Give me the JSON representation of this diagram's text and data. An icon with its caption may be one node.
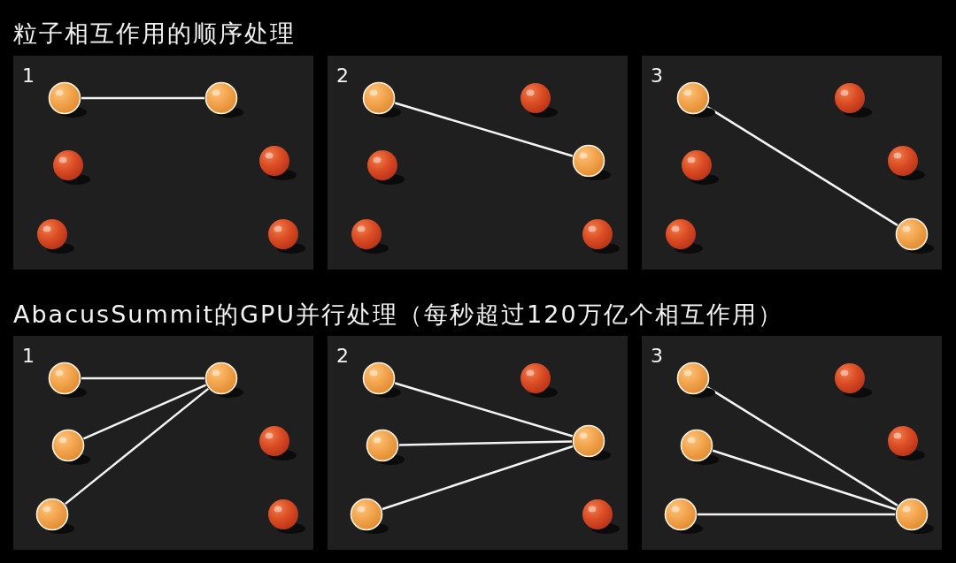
{
  "diagram": {
    "nodes": [
      {
        "text": [
          "1"
        ]
      },
      {
        "text": [],
        "shape": "circle",
        "in": 0
      },
      {
        "text": [],
        "shape": "circle",
        "in": 0
      },
      {
        "text": [],
        "shape": "circle",
        "in": 0
      },
      {
        "text": [],
        "shape": "circle",
        "in": 0
      },
      {
        "text": [],
        "shape": "circle",
        "in": 0
      },
      {
        "text": [],
        "shape": "circle",
        "in": 0
      },
      {
        "text": [
          "2"
        ]
      },
      {
        "text": [],
        "shape": "circle",
        "in": 7
      },
      {
        "text": [],
        "shape": "circle",
        "in": 7
      },
      {
        "text": [],
        "shape": "circle",
        "in": 7
      },
      {
        "text": [],
        "shape": "circle",
        "in": 7
      },
      {
        "text": [],
        "shape": "circle",
        "in": 7
      },
      {
        "text": [],
        "shape": "circle",
        "in": 7
      },
      {
        "text": [
          "3"
        ]
      },
      {
        "text": [],
        "shape": "circle",
        "in": 14
      },
      {
        "text": [],
        "shape": "circle",
        "in": 14
      },
      {
        "text": [],
        "shape": "circle",
        "in": 14
      },
      {
        "text": [],
        "shape": "circle",
        "in": 14
      },
      {
        "text": [],
        "shape": "circle",
        "in": 14
      },
      {
        "text": [],
        "shape": "circle",
        "in": 14
      },
      {
        "text": [
          "1"
        ]
      },
      {
        "text": [],
        "shape": "circle",
        "in": 21
      },
      {
        "text": [],
        "shape": "circle",
        "in": 21
      },
      {
        "text": [],
        "shape": "circle",
        "in": 21
      },
      {
        "text": [],
        "shape": "circle",
        "in": 21
      },
      {
        "text": [],
        "shape": "circle",
        "in": 21
      },
      {
        "text": [],
        "shape": "circle",
        "in": 21
      },
      {
        "text": [
          "2"
        ]
      },
      {
        "text": [],
        "shape": "circle",
        "in": 28
      },
      {
        "text": [],
        "shape": "circle",
        "in": 28
      },
      {
        "text": [],
        "shape": "circle",
        "in": 28
      },
      {
        "text": [],
        "shape": "circle",
        "in": 28
      },
      {
        "text": [],
        "shape": "circle",
        "in": 28
      },
      {
        "text": [],
        "shape": "circle",
        "in": 28
      },
      {
        "text": [
          "3"
        ]
      },
      {
        "text": [],
        "shape": "circle",
        "in": 35
      },
      {
        "text": [],
        "shape": "circle",
        "in": 35
      },
      {
        "text": [],
        "shape": "circle",
        "in": 35
      },
      {
        "text": [],
        "shape": "circle",
        "in": 35
      },
      {
        "text": [],
        "shape": "circle",
        "in": 35
      },
      {
        "text": [],
        "shape": "circle",
        "in": 35
      }
    ],
    "edges": [
      {
        "from": 1,
        "to": 2,
        "arrow": "none"
      },
      {
        "from": 8,
        "to": 11,
        "arrow": "none"
      },
      {
        "from": 15,
        "to": 20,
        "arrow": "none"
      },
      {
        "from": 22,
        "to": 23,
        "arrow": "none"
      },
      {
        "from": 24,
        "to": 23,
        "arrow": "none"
      },
      {
        "from": 26,
        "to": 23,
        "arrow": "none"
      },
      {
        "from": 29,
        "to": 32,
        "arrow": "none"
      },
      {
        "from": 31,
        "to": 32,
        "arrow": "none"
      },
      {
        "from": 33,
        "to": 32,
        "arrow": "none"
      },
      {
        "from": 36,
        "to": 41,
        "arrow": "none"
      },
      {
        "from": 38,
        "to": 41,
        "arrow": "none"
      },
      {
        "from": 40,
        "to": 41,
        "arrow": "none"
      }
    ],
    "labels": [
      "粒子相互作用的顺序处理",
      "AbacusSummit的GPU并行处理（每秒超过120万亿个相互作用）"
    ]
  }
}
